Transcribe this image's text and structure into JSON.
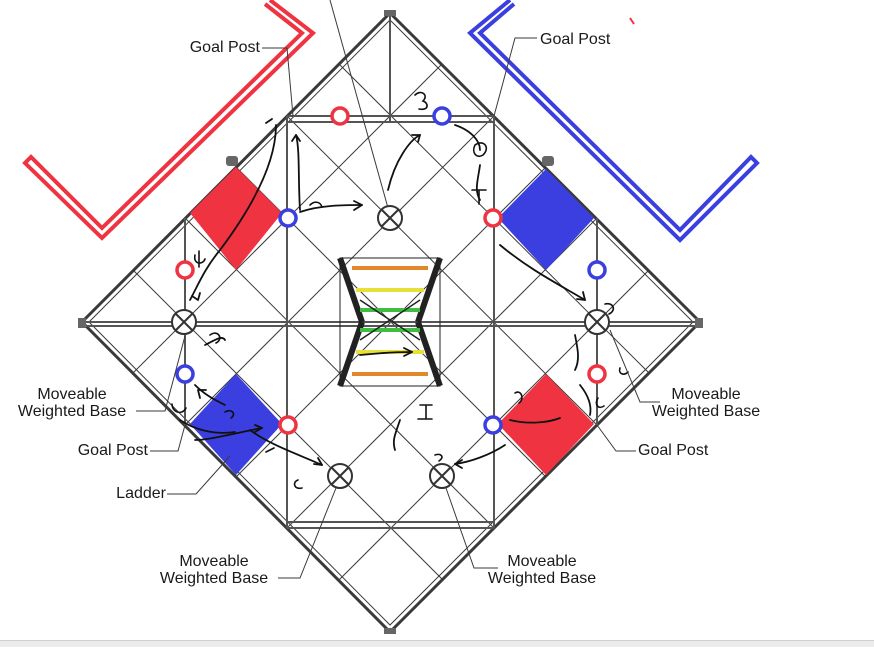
{
  "labels": {
    "goal_post_top_left": "Goal Post",
    "goal_post_top_right": "Goal Post",
    "base_left": [
      "Moveable",
      "Weighted Base"
    ],
    "base_right": [
      "Moveable",
      "Weighted Base"
    ],
    "goal_post_left": "Goal Post",
    "goal_post_right": "Goal Post",
    "ladder": "Ladder",
    "base_bottom_left": [
      "Moveable",
      "Weighted Base"
    ],
    "base_bottom_right": [
      "Moveable",
      "Weighted Base"
    ]
  },
  "colors": {
    "red": "#ef3340",
    "blue": "#3b3fe0",
    "line": "#3a3a3a",
    "ink": "#111111",
    "ladder_orange": "#e0882a",
    "ladder_yellow": "#e7e03a",
    "ladder_green": "#3fbf3f"
  },
  "icons": {
    "ring": "ring-icon",
    "base": "x-circle-icon"
  }
}
